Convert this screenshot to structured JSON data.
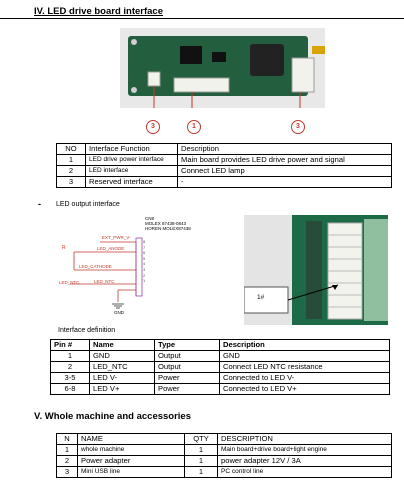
{
  "section4": {
    "title": "IV. LED drive board interface"
  },
  "photo_callouts": [
    "3",
    "1",
    "3"
  ],
  "iface_table": {
    "headers": [
      "NO",
      "Interface Function",
      "Description"
    ],
    "rows": [
      [
        "1",
        "LED drive power interface",
        "Main board provides LED drive power and signal"
      ],
      [
        "2",
        "LED interface",
        "Connect LED lamp"
      ],
      [
        "3",
        "Reserved interface",
        "-"
      ]
    ]
  },
  "led_output": {
    "label": "LED output interface",
    "bullet": "-",
    "schematic": {
      "ext_pwr": "EXT_PWR_V-",
      "anode": "LED_ANODE",
      "cathode": "LED_CATHODE",
      "ntc": "LED_NTC",
      "ntc2": "LED_NTC",
      "gnd": "GND",
      "r": "R",
      "cn_label": "CN8",
      "part1": "MOLEX 87438-0843",
      "part2": "HOREN MOLEX87438",
      "pins": [
        "8",
        "7",
        "6",
        "5",
        "4",
        "3",
        "2",
        "1"
      ]
    },
    "photo_label": "1#"
  },
  "iface_def": {
    "label": "Interface definition",
    "headers": [
      "Pin #",
      "Name",
      "Type",
      "Description"
    ],
    "rows": [
      [
        "1",
        "GND",
        "Output",
        "GND"
      ],
      [
        "2",
        "LED_NTC",
        "Output",
        "Connect LED NTC resistance"
      ],
      [
        "3-5",
        "LED V-",
        "Power",
        "Connected to LED V-"
      ],
      [
        "6-8",
        "LED V+",
        "Power",
        "Connected to LED V+"
      ]
    ]
  },
  "section5": {
    "title": "V. Whole machine and accessories"
  },
  "acc_table": {
    "headers": [
      "N",
      "NAME",
      "QTY",
      "DESCRIPTION"
    ],
    "rows": [
      [
        "1",
        "whole machine",
        "1",
        "Main board+drive board+light engine"
      ],
      [
        "2",
        "Power adapter",
        "1",
        "power adapter 12V / 3A"
      ],
      [
        "3",
        "Mini USB line",
        "1",
        "PC control line"
      ]
    ]
  },
  "colors": {
    "pcb": "#1f5a3a",
    "callout": "#c0392b",
    "schematic": "#c0392b"
  }
}
